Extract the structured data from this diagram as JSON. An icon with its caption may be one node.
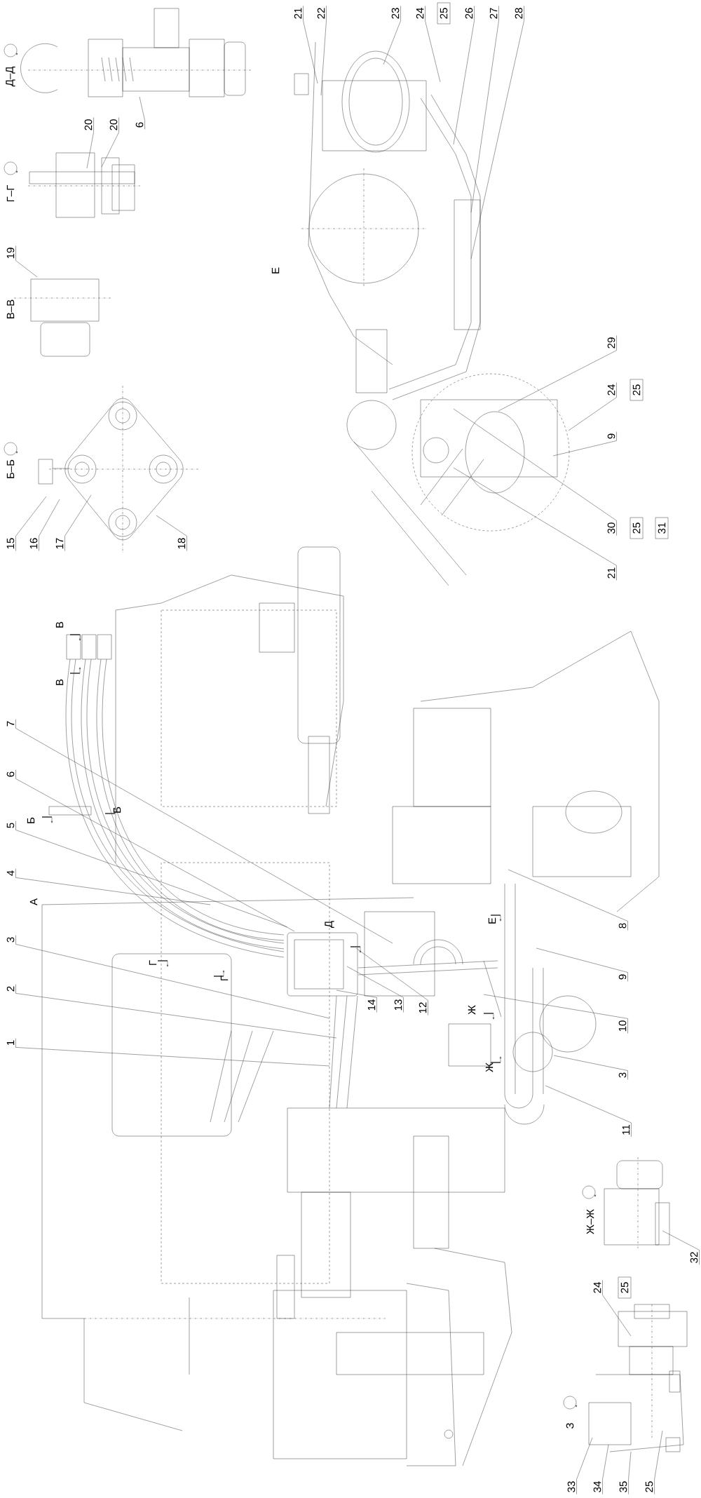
{
  "diagram": {
    "nodes": [
      {
        "text": [
          "6"
        ]
      },
      {
        "text": [
          "20"
        ]
      },
      {
        "text": [
          "20"
        ]
      },
      {
        "text": [
          "19"
        ]
      },
      {
        "text": [
          "15"
        ]
      },
      {
        "text": [
          "16"
        ]
      },
      {
        "text": [
          "17"
        ]
      },
      {
        "text": [
          "18"
        ]
      },
      {
        "text": [
          "21"
        ]
      },
      {
        "text": [
          "22"
        ]
      },
      {
        "text": [
          "23"
        ]
      },
      {
        "text": [
          "24"
        ]
      },
      {
        "text": [
          "26"
        ]
      },
      {
        "text": [
          "27"
        ]
      },
      {
        "text": [
          "28"
        ]
      },
      {
        "text": [
          "29"
        ]
      },
      {
        "text": [
          "24"
        ]
      },
      {
        "text": [
          "9"
        ]
      },
      {
        "text": [
          "30"
        ]
      },
      {
        "text": [
          "21"
        ]
      },
      {
        "text": [
          "7"
        ]
      },
      {
        "text": [
          "6"
        ]
      },
      {
        "text": [
          "5"
        ]
      },
      {
        "text": [
          "4"
        ]
      },
      {
        "text": [
          "3"
        ]
      },
      {
        "text": [
          "2"
        ]
      },
      {
        "text": [
          "1"
        ]
      },
      {
        "text": [
          "14"
        ]
      },
      {
        "text": [
          "13"
        ]
      },
      {
        "text": [
          "12"
        ]
      },
      {
        "text": [
          "8"
        ]
      },
      {
        "text": [
          "9"
        ]
      },
      {
        "text": [
          "10"
        ]
      },
      {
        "text": [
          "3"
        ]
      },
      {
        "text": [
          "11"
        ]
      },
      {
        "text": [
          "32"
        ]
      },
      {
        "text": [
          "24"
        ]
      },
      {
        "text": [
          "33"
        ]
      },
      {
        "text": [
          "34"
        ]
      },
      {
        "text": [
          "35"
        ]
      },
      {
        "text": [
          "25"
        ]
      }
    ],
    "edges": [
      {
        "from": 0,
        "to": null,
        "arrow": "none"
      },
      {
        "from": 1,
        "to": null,
        "arrow": "none"
      },
      {
        "from": 2,
        "to": null,
        "arrow": "none"
      },
      {
        "from": 3,
        "to": null,
        "arrow": "none"
      },
      {
        "from": 4,
        "to": null,
        "arrow": "none"
      },
      {
        "from": 5,
        "to": null,
        "arrow": "none"
      },
      {
        "from": 6,
        "to": null,
        "arrow": "none"
      },
      {
        "from": 7,
        "to": null,
        "arrow": "none"
      },
      {
        "from": 8,
        "to": null,
        "arrow": "none"
      },
      {
        "from": 9,
        "to": null,
        "arrow": "none"
      },
      {
        "from": 10,
        "to": null,
        "arrow": "none"
      },
      {
        "from": 11,
        "to": null,
        "arrow": "none"
      },
      {
        "from": 12,
        "to": null,
        "arrow": "none"
      },
      {
        "from": 13,
        "to": null,
        "arrow": "none"
      },
      {
        "from": 14,
        "to": null,
        "arrow": "none"
      },
      {
        "from": 15,
        "to": null,
        "arrow": "none"
      },
      {
        "from": 16,
        "to": null,
        "arrow": "none"
      },
      {
        "from": 17,
        "to": null,
        "arrow": "none"
      },
      {
        "from": 18,
        "to": null,
        "arrow": "none"
      },
      {
        "from": 19,
        "to": null,
        "arrow": "none"
      },
      {
        "from": 20,
        "to": null,
        "arrow": "none"
      },
      {
        "from": 21,
        "to": null,
        "arrow": "none"
      },
      {
        "from": 22,
        "to": null,
        "arrow": "none"
      },
      {
        "from": 23,
        "to": null,
        "arrow": "none"
      },
      {
        "from": 24,
        "to": null,
        "arrow": "none"
      },
      {
        "from": 25,
        "to": null,
        "arrow": "none"
      },
      {
        "from": 26,
        "to": null,
        "arrow": "none"
      },
      {
        "from": 27,
        "to": null,
        "arrow": "none"
      },
      {
        "from": 28,
        "to": null,
        "arrow": "none"
      },
      {
        "from": 29,
        "to": null,
        "arrow": "none"
      },
      {
        "from": 30,
        "to": null,
        "arrow": "none"
      },
      {
        "from": 31,
        "to": null,
        "arrow": "none"
      },
      {
        "from": 32,
        "to": null,
        "arrow": "none"
      },
      {
        "from": 33,
        "to": null,
        "arrow": "none"
      },
      {
        "from": 34,
        "to": null,
        "arrow": "none"
      },
      {
        "from": 35,
        "to": null,
        "arrow": "none"
      },
      {
        "from": 36,
        "to": null,
        "arrow": "none"
      },
      {
        "from": 37,
        "to": null,
        "arrow": "none"
      },
      {
        "from": 38,
        "to": null,
        "arrow": "none"
      },
      {
        "from": 39,
        "to": null,
        "arrow": "none"
      },
      {
        "from": 40,
        "to": null,
        "arrow": "none"
      }
    ],
    "labels": [
      "Д–Д",
      "Г–Г",
      "В–В",
      "Б–Б",
      "Е",
      "25",
      "25",
      "25",
      "31",
      "В",
      "В",
      "Б",
      "Б",
      "А",
      "Г",
      "Г",
      "Д",
      "Е",
      "Ж",
      "Ж",
      "Ж–Ж",
      "25",
      "З"
    ]
  }
}
